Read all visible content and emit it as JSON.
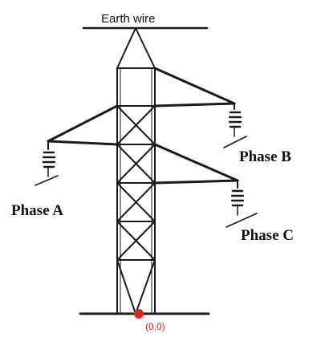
{
  "labels": {
    "earth_wire": "Earth wire",
    "phase_a": "Phase A",
    "phase_b": "Phase B",
    "phase_c": "Phase C",
    "origin": "(0,0)"
  },
  "colors": {
    "line": "#1a1a1a",
    "origin_marker": "#d42a1f"
  }
}
